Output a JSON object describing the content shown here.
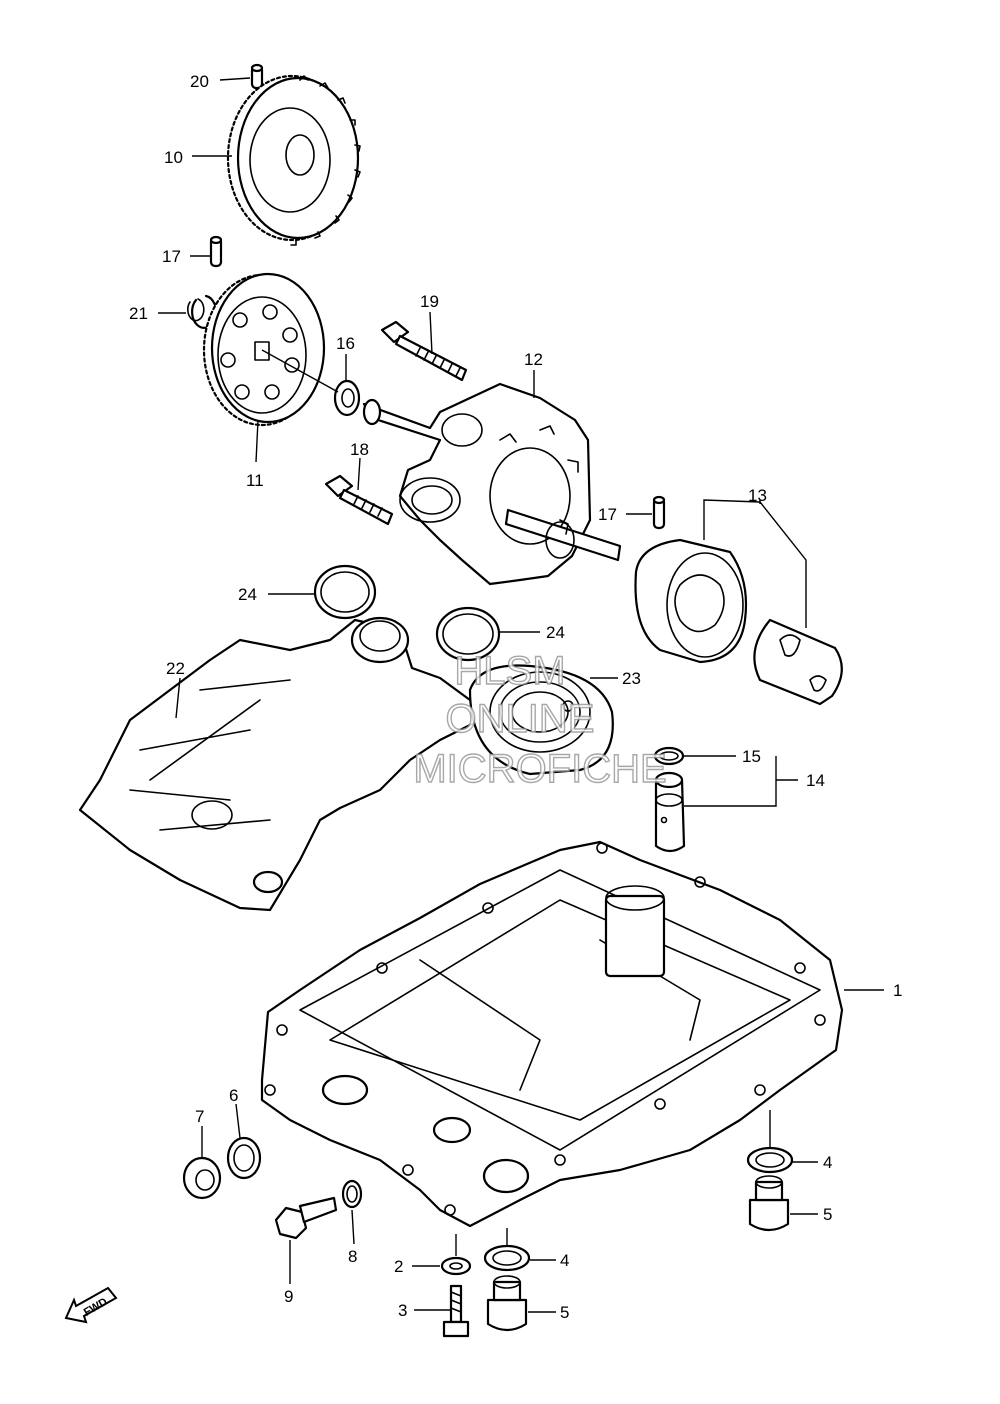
{
  "watermark": {
    "line1": "HLSM",
    "line2": "ONLINE",
    "line3": "MICROFICHE"
  },
  "direction_marker": "FWD",
  "callouts": {
    "c1": "1",
    "c2": "2",
    "c3": "3",
    "c4a": "4",
    "c4b": "4",
    "c5a": "5",
    "c5b": "5",
    "c6": "6",
    "c7": "7",
    "c8": "8",
    "c9": "9",
    "c10": "10",
    "c11": "11",
    "c12": "12",
    "c13": "13",
    "c14": "14",
    "c15": "15",
    "c16": "16",
    "c17a": "17",
    "c17b": "17",
    "c18": "18",
    "c19": "19",
    "c20": "20",
    "c21": "21",
    "c22": "22",
    "c23": "23",
    "c24a": "24",
    "c24b": "24"
  }
}
